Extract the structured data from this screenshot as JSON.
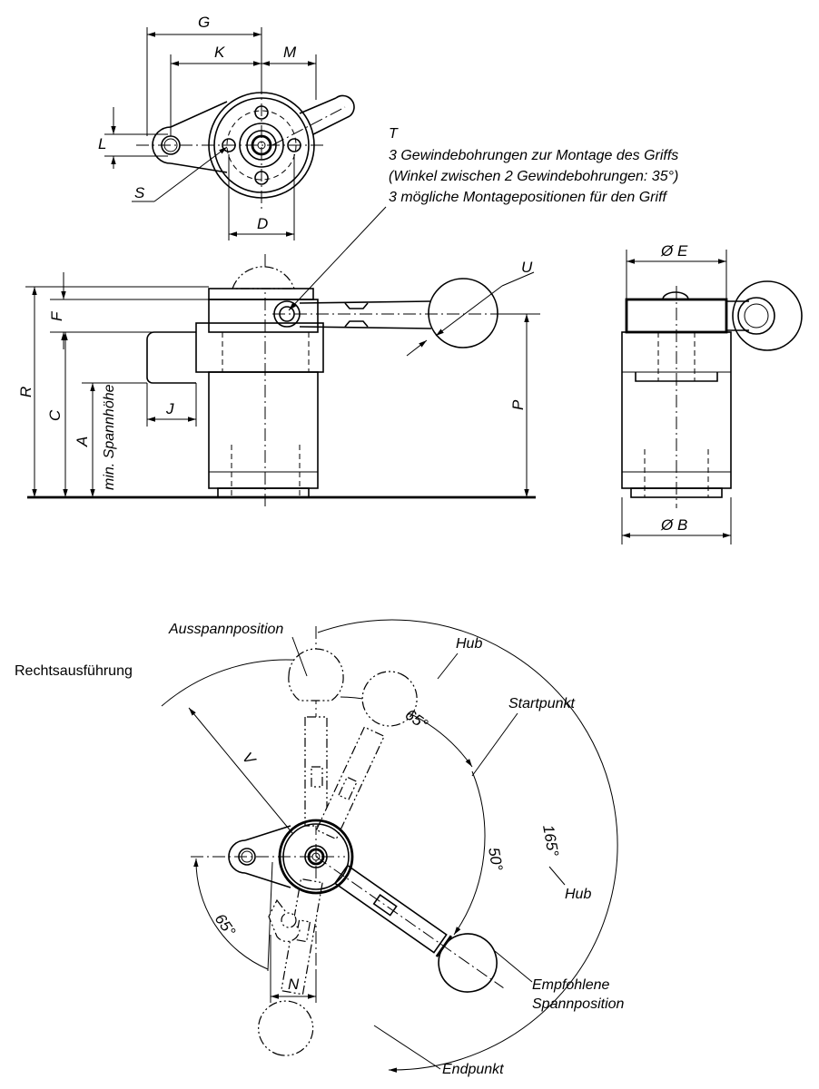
{
  "dims": {
    "G": "G",
    "K": "K",
    "M": "M",
    "L": "L",
    "S": "S",
    "D": "D",
    "R": "R",
    "F": "F",
    "C": "C",
    "A": "A",
    "J": "J",
    "P": "P",
    "U": "U",
    "E": "Ø E",
    "B": "Ø B",
    "V": "V",
    "N": "N"
  },
  "note": {
    "T": "T",
    "line1": "3 Gewindebohrungen zur Montage des Griffs",
    "line2": "(Winkel zwischen 2 Gewindebohrungen: 35°)",
    "line3": "3 mögliche Montagepositionen für den Griff"
  },
  "min_height": "min. Spannhöhe",
  "variant": "Rechtsausführung",
  "positions": {
    "release": "Ausspannposition",
    "start": "Startpunkt",
    "recommended_1": "Empfohlene",
    "recommended_2": "Spannposition",
    "end": "Endpunkt",
    "hub_top": "Hub",
    "hub_right": "Hub"
  },
  "angles": {
    "a65_top": "65°",
    "a50": "50°",
    "a165": "165°",
    "a65_left": "65°"
  }
}
